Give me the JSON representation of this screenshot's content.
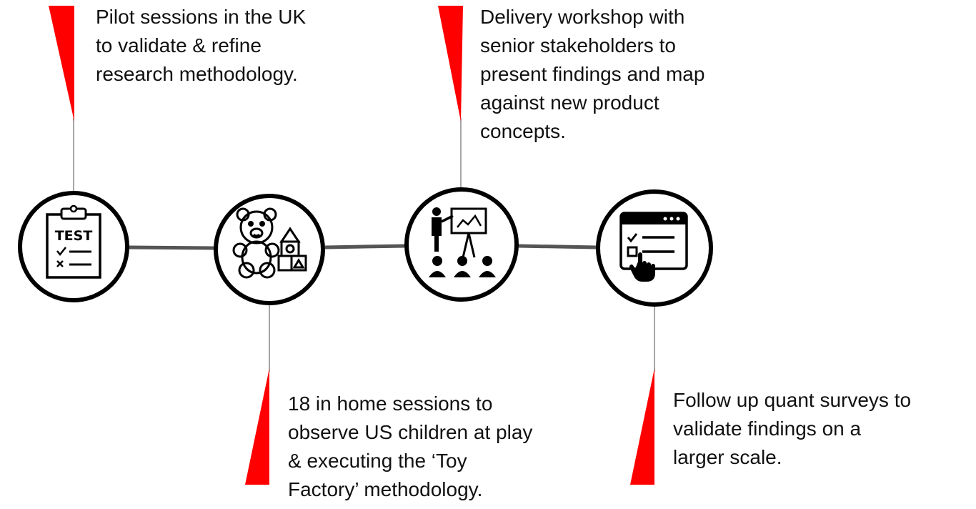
{
  "colors": {
    "accent": "#ff0000",
    "stroke": "#000000",
    "connector": "#555555",
    "text": "#111111"
  },
  "steps": [
    {
      "icon": "clipboard-test-icon",
      "icon_text": "TEST",
      "text": "Pilot sessions in the UK\nto validate & refine\nresearch methodology."
    },
    {
      "icon": "teddy-bear-blocks-icon",
      "text": "18 in home sessions to\nobserve US children at play\n& executing the ‘Toy\nFactory’ methodology."
    },
    {
      "icon": "presentation-audience-icon",
      "text": "Delivery workshop with\nsenior stakeholders to\npresent findings and map\nagainst new product\nconcepts."
    },
    {
      "icon": "web-survey-click-icon",
      "text": "Follow up quant surveys to\nvalidate findings on a\nlarger scale."
    }
  ]
}
